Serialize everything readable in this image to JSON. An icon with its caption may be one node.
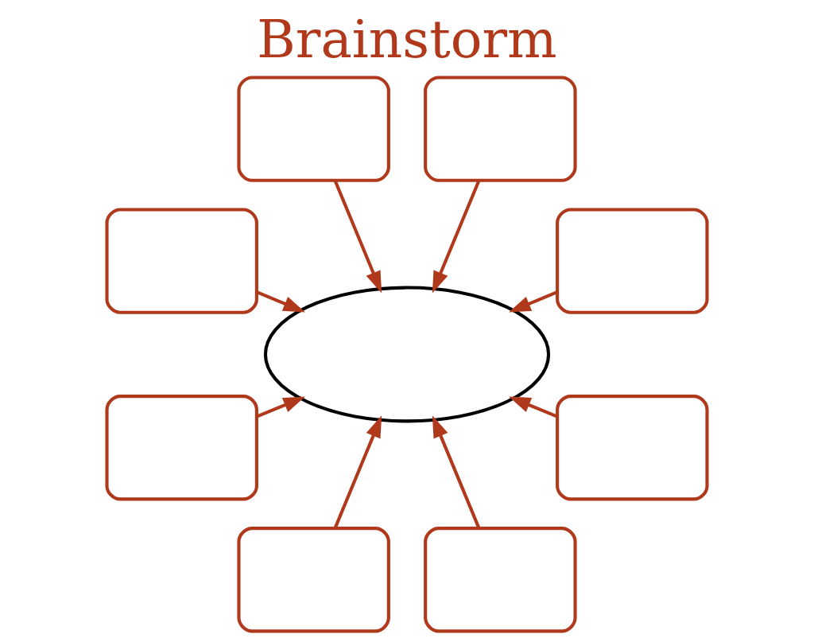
{
  "diagram": {
    "title": "Brainstorm",
    "nodes": [
      {
        "text": [],
        "shape": "box"
      },
      {
        "text": [],
        "shape": "box"
      },
      {
        "text": [],
        "shape": "box"
      },
      {
        "text": [],
        "shape": "box"
      },
      {
        "text": [],
        "shape": "ellipse"
      },
      {
        "text": [],
        "shape": "box"
      },
      {
        "text": [],
        "shape": "box"
      },
      {
        "text": [],
        "shape": "box"
      },
      {
        "text": [],
        "shape": "box"
      }
    ],
    "edges": [
      {
        "from": 0,
        "to": 4,
        "arrow": "to"
      },
      {
        "from": 1,
        "to": 4,
        "arrow": "to"
      },
      {
        "from": 2,
        "to": 4,
        "arrow": "to"
      },
      {
        "from": 3,
        "to": 4,
        "arrow": "to"
      },
      {
        "from": 5,
        "to": 4,
        "arrow": "to"
      },
      {
        "from": 6,
        "to": 4,
        "arrow": "to"
      },
      {
        "from": 7,
        "to": 4,
        "arrow": "to"
      },
      {
        "from": 8,
        "to": 4,
        "arrow": "to"
      }
    ]
  }
}
